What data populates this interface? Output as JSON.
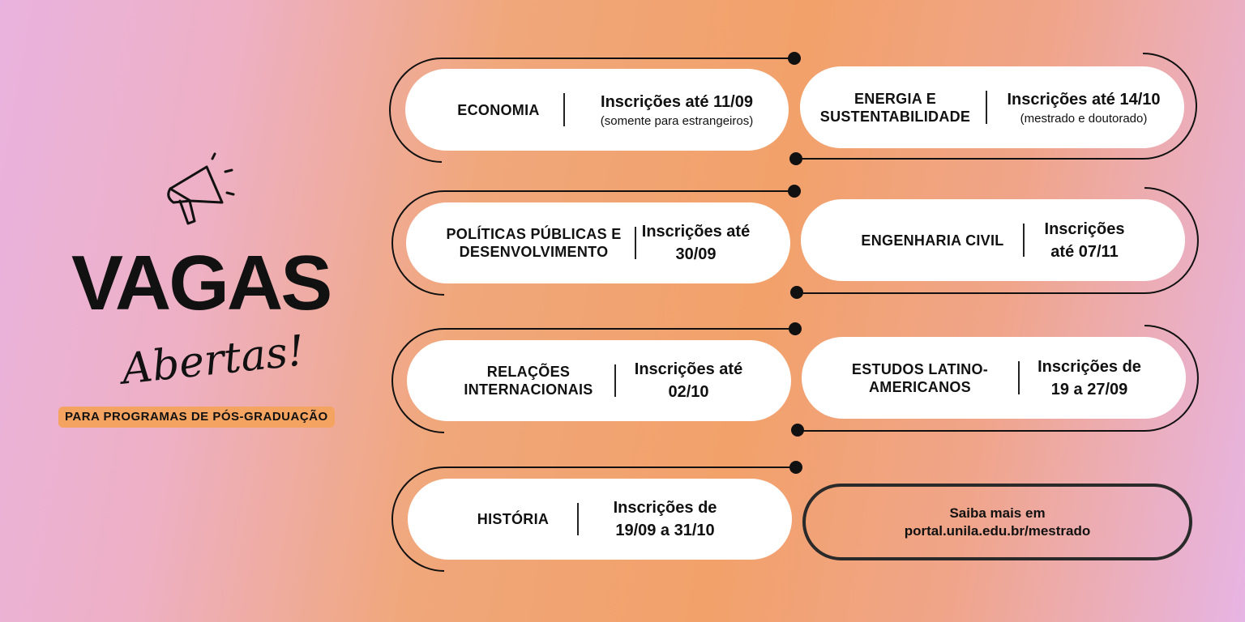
{
  "header": {
    "title": "VAGAS",
    "subtitle": "Abertas!",
    "badge": "PARA PROGRAMAS DE PÓS-GRADUAÇÃO"
  },
  "programs": [
    {
      "name": "ECONOMIA",
      "info": "Inscrições até 11/09",
      "note": "(somente para estrangeiros)"
    },
    {
      "name": "ENERGIA E SUSTENTABILIDADE",
      "info": "Inscrições até 14/10",
      "note": "(mestrado e doutorado)"
    },
    {
      "name": "POLÍTICAS PÚBLICAS E DESENVOLVIMENTO",
      "info": "Inscrições até 30/09"
    },
    {
      "name": "ENGENHARIA CIVIL",
      "info": "Inscrições até 07/11"
    },
    {
      "name": "RELAÇÕES INTERNACIONAIS",
      "info": "Inscrições até 02/10"
    },
    {
      "name": "ESTUDOS LATINO-AMERICANOS",
      "info": "Inscrições de 19 a 27/09"
    },
    {
      "name": "HISTÓRIA",
      "info": "Inscrições de 19/09 a 31/10"
    }
  ],
  "more": {
    "line1": "Saiba mais em",
    "line2": "portal.unila.edu.br/mestrado"
  }
}
